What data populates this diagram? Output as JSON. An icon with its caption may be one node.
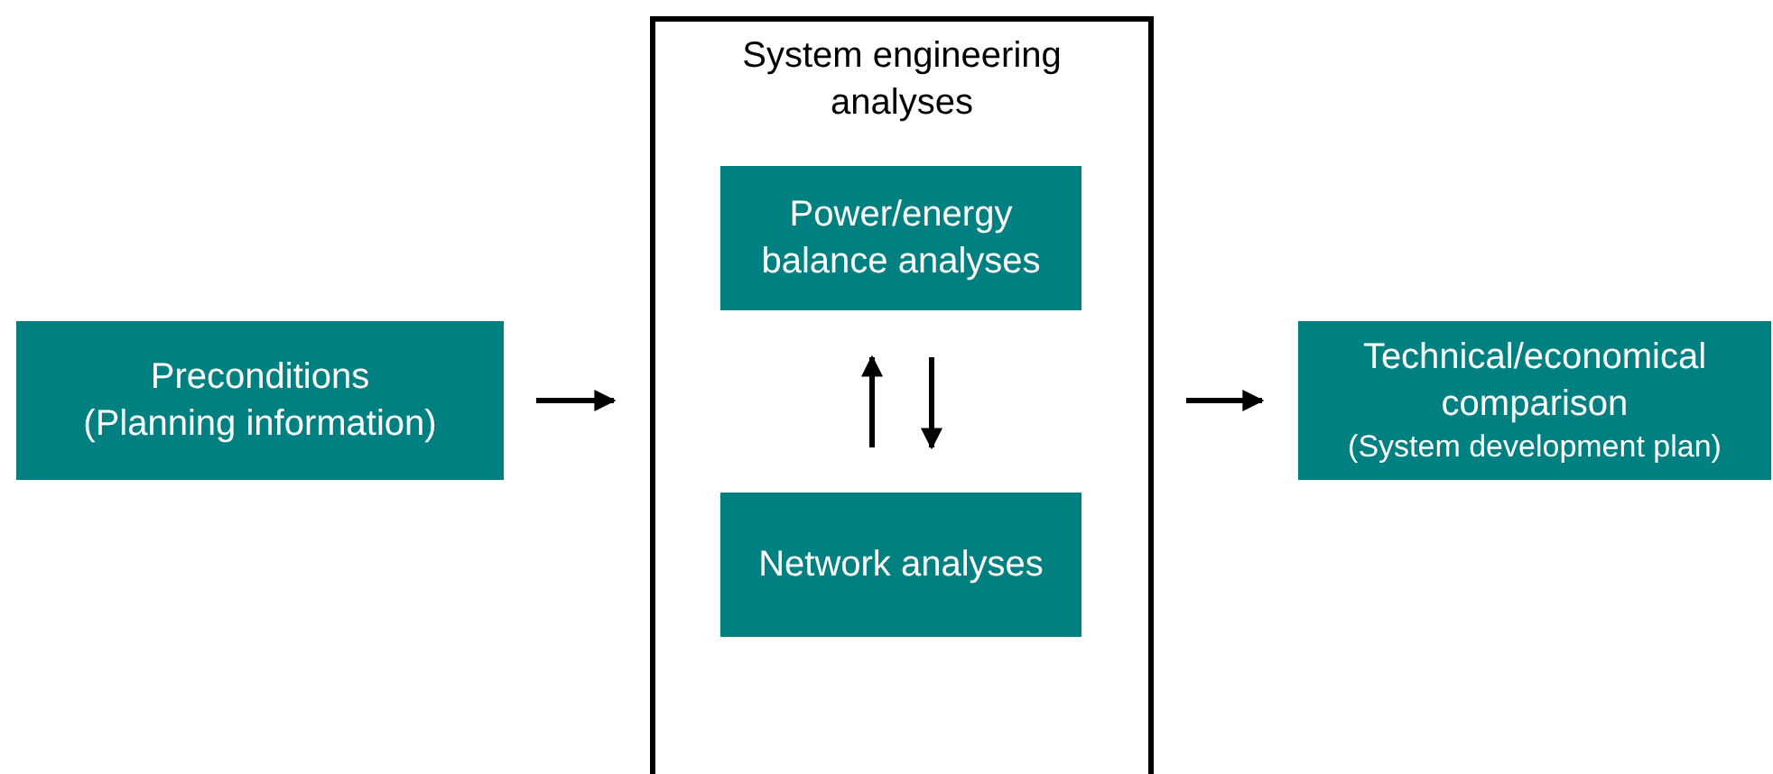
{
  "diagram": {
    "nodes": [
      {
        "text": [
          "Preconditions",
          "(Planning information)"
        ]
      },
      {
        "text": [
          "System engineering analyses"
        ]
      },
      {
        "text": [
          "Power/energy balance analyses"
        ],
        "in": 1
      },
      {
        "text": [
          "Network analyses"
        ],
        "in": 1
      },
      {
        "text": [
          "Technical/economical comparison",
          "(System development plan)"
        ]
      }
    ],
    "edges": [
      {
        "from": 0,
        "to": 1,
        "arrow": "to"
      },
      {
        "from": 3,
        "to": 2,
        "arrow": "to"
      },
      {
        "from": 2,
        "to": 3,
        "arrow": "to"
      },
      {
        "from": 1,
        "to": 4,
        "arrow": "to"
      }
    ]
  }
}
